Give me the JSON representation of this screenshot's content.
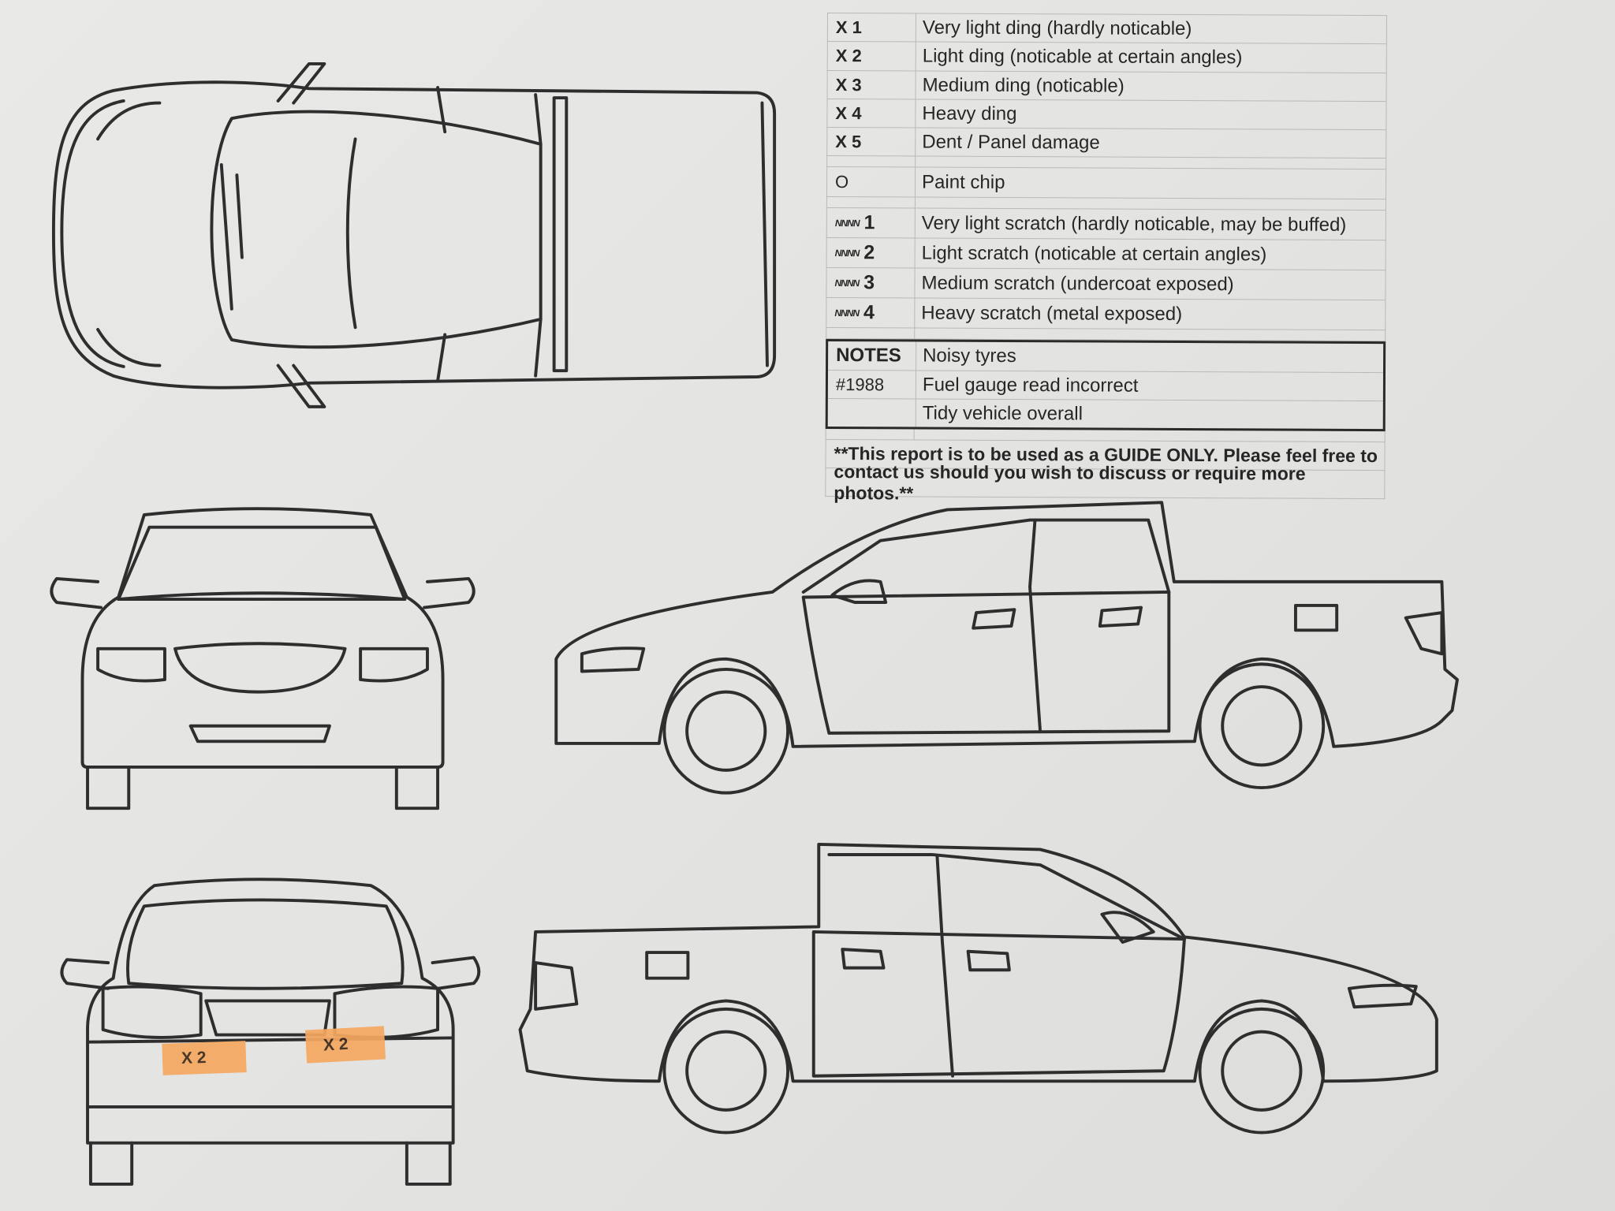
{
  "legend": {
    "dings": [
      {
        "code": "X 1",
        "desc": "Very light ding (hardly noticable)"
      },
      {
        "code": "X 2",
        "desc": "Light ding (noticable at certain angles)"
      },
      {
        "code": "X 3",
        "desc": "Medium ding (noticable)"
      },
      {
        "code": "X 4",
        "desc": "Heavy ding"
      },
      {
        "code": "X 5",
        "desc": "Dent / Panel damage"
      }
    ],
    "chip": {
      "code": "O",
      "desc": "Paint chip"
    },
    "scratches": [
      {
        "symbol": "NNNN",
        "level": "1",
        "desc": "Very light scratch (hardly noticable, may be buffed)"
      },
      {
        "symbol": "NNNN",
        "level": "2",
        "desc": "Light scratch (noticable at certain angles)"
      },
      {
        "symbol": "NNNN",
        "level": "3",
        "desc": "Medium scratch (undercoat exposed)"
      },
      {
        "symbol": "NNNN",
        "level": "4",
        "desc": "Heavy scratch (metal exposed)"
      }
    ]
  },
  "notes": {
    "label": "NOTES",
    "ref": "#1988",
    "items": [
      "Noisy tyres",
      "Fuel gauge read incorrect",
      "Tidy vehicle overall"
    ]
  },
  "disclaimer": {
    "line1": "**This report is to be used as a GUIDE ONLY. Please feel free to",
    "line2": "contact us should you wish to discuss or require more photos.**"
  },
  "damage_marks": [
    {
      "view": "rear",
      "code": "X 2"
    },
    {
      "view": "rear",
      "code": "X 2"
    }
  ],
  "colors": {
    "highlight": "#f5a860",
    "ink": "#2a2a2a",
    "paper": "#e6e6e4"
  }
}
